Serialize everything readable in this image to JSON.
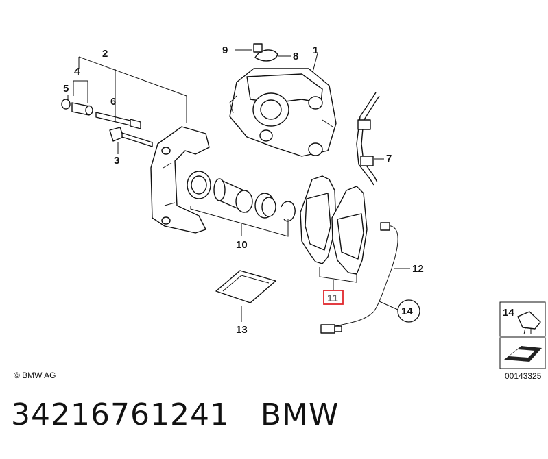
{
  "callouts": {
    "c1": "1",
    "c2": "2",
    "c3": "3",
    "c4": "4",
    "c5": "5",
    "c6": "6",
    "c7": "7",
    "c8": "8",
    "c9": "9",
    "c10": "10",
    "c11": "11",
    "c12": "12",
    "c13": "13",
    "c14": "14",
    "c14_inset": "14"
  },
  "copyright": "© BMW AG",
  "diagram_number": "00143325",
  "footer": {
    "part_number": "34216761241",
    "brand": "BMW"
  },
  "colors": {
    "highlight": "#e0262c",
    "line": "#111111",
    "background": "#ffffff"
  }
}
